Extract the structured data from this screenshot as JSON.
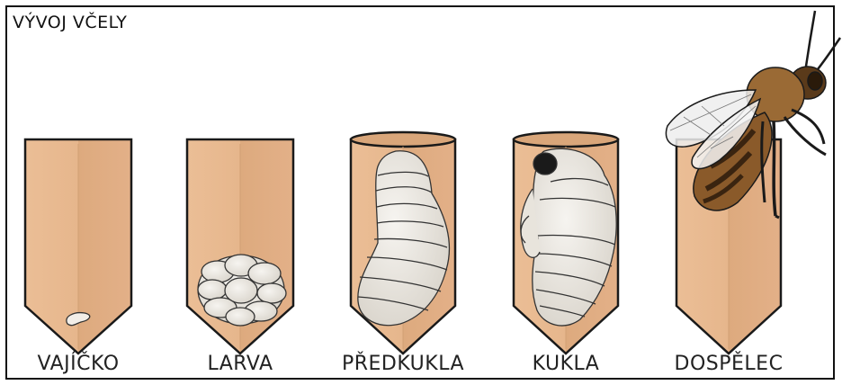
{
  "title": "VÝVOJ VČELY",
  "stages": [
    {
      "label": "VAJÍČKO"
    },
    {
      "label": "LARVA"
    },
    {
      "label": "PŘEDKUKLA"
    },
    {
      "label": "KUKLA"
    },
    {
      "label": "DOSPĚLEC"
    }
  ],
  "colors": {
    "cell": "#E6B68C",
    "cell_shade": "#D9A67A",
    "outline": "#1a1a1a",
    "larva": "#EFECE6",
    "bee_body": "#8A5A2A",
    "bee_stripe": "#3a2410"
  }
}
